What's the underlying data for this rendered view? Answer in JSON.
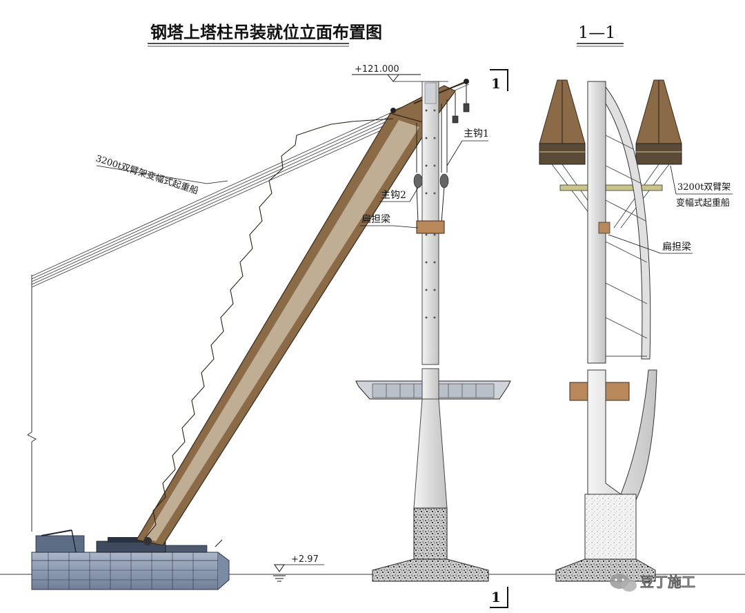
{
  "title": "钢塔上塔柱吊装就位立面布置图",
  "section_title": "1—1",
  "section_mark": "1",
  "elevation_top": "+121.000",
  "elevation_water": "+2.97",
  "labels": {
    "crane_ship": "3200t双臂架变幅式起重船",
    "main_hook_1": "主钩1",
    "main_hook_2": "主钩2",
    "shoulder_beam": "扁担梁",
    "crane_ship_line1": "3200t双臂架",
    "crane_ship_line2": "变幅式起重船",
    "shoulder_beam_right": "扁担梁"
  },
  "watermark": "豆丁施工",
  "colors": {
    "boom": "#8a6a47",
    "tower": "#e3e3e3",
    "shoulder_beam": "#b8885a",
    "ship_hull": "#8d9cb3",
    "crane_frame": "#8a6a47"
  }
}
